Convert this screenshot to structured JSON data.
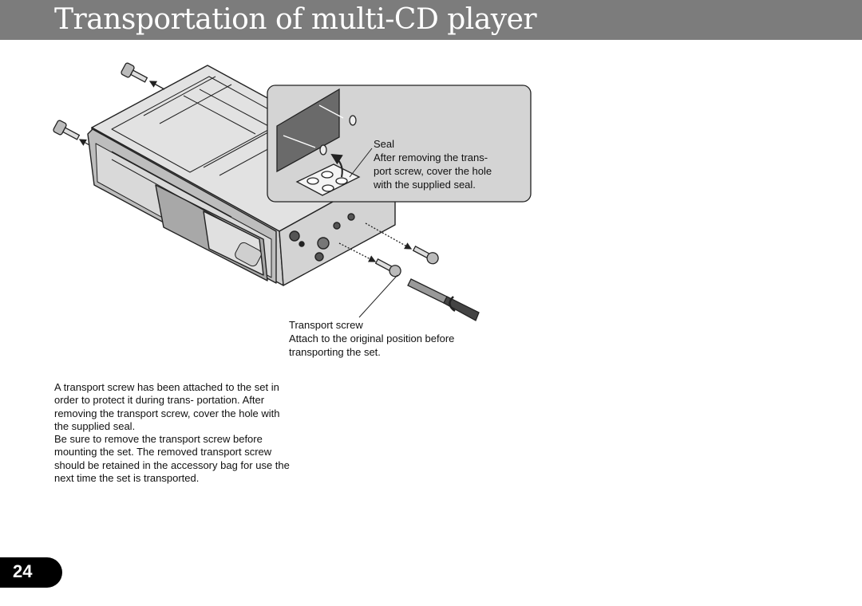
{
  "header": {
    "title": "Transportation of multi-CD player"
  },
  "figure": {
    "seal_callout": {
      "heading": "Seal",
      "lines": [
        "After removing the trans-",
        "port screw, cover the hole",
        "with the supplied seal."
      ]
    },
    "transport_callout": {
      "heading": "Transport screw",
      "lines": [
        "Attach to the original position before",
        "transporting the set."
      ]
    }
  },
  "body": {
    "paragraph1": "A transport screw has been attached to the set in order to protect it during trans- portation. After removing the transport screw, cover the hole with the supplied seal.",
    "paragraph2": "Be sure to remove the transport screw before mounting the set. The removed transport screw should be retained in the accessory bag for use the next time the set is transported."
  },
  "page": {
    "number": "24"
  }
}
